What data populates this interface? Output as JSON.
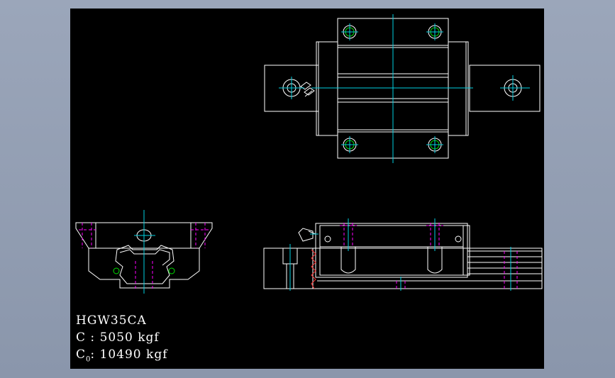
{
  "model": "HGW35CA",
  "dynamic_load": {
    "symbol": "C",
    "separator": " : ",
    "value": "5050 kgf"
  },
  "static_load": {
    "symbol": "C",
    "subscript": "0",
    "separator": ": ",
    "value": "10490 kgf"
  },
  "colors": {
    "background": "#000000",
    "outline": "#ffffff",
    "centerline": "#00d0e0",
    "hidden": "#ff00ff",
    "hole": "#00e000",
    "frame": "#8a96ab"
  }
}
